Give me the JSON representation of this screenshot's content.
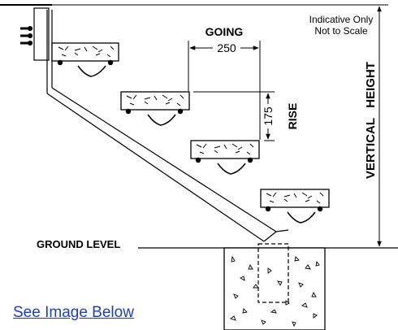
{
  "note": {
    "line1": "Indicative Only",
    "line2": "Not to Scale"
  },
  "dimensions": {
    "going_label": "GOING",
    "going_value": "250",
    "rise_label": "RISE",
    "rise_value": "175",
    "vertical_height_label": "VERTICAL   HEIGHT"
  },
  "ground_label": "GROUND LEVEL",
  "link": {
    "text": "See Image Below"
  },
  "colors": {
    "line": "#000000",
    "link": "#1f3fbf",
    "background": "#ffffff"
  }
}
